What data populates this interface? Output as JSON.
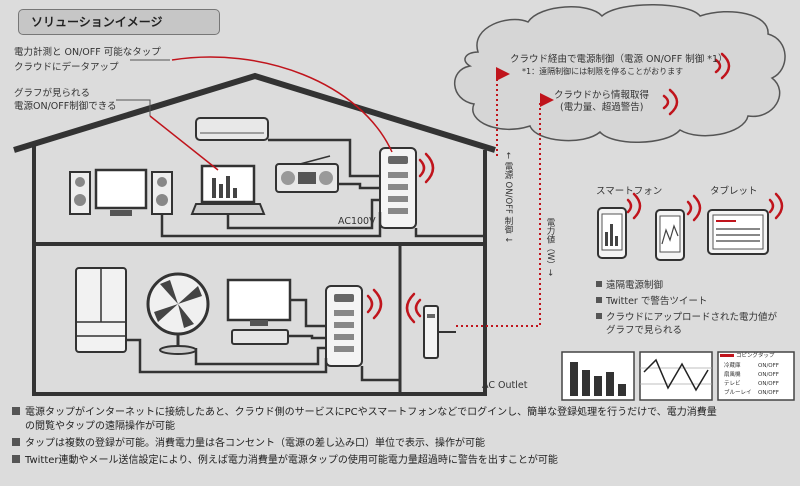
{
  "title": "ソリューションイメージ",
  "callout_tap": [
    "電力計測と ON/OFF 可能なタップ",
    "クラウドにデータアップ"
  ],
  "callout_graph": [
    "グラフが見られる",
    "電源ON/OFF制御できる"
  ],
  "cloud": {
    "line1": "クラウド経由で電源制御（電源 ON/OFF 制御 *1）",
    "line1_note": "*1：遠隔制御には制限を停ることがおります",
    "line2a": "クラウドから情報取得",
    "line2b": "(電力量、超過警告)"
  },
  "vertical_labels": {
    "onoff": "← 電源 ON/OFF 制御 ↓",
    "power": "電力値（W）→"
  },
  "labels": {
    "ac100v": "AC100V",
    "ac_outlet": "AC Outlet",
    "smartphone": "スマートフォン",
    "tablet": "タブレット"
  },
  "features": [
    "遠隔電源制御",
    "Twitter で警告ツイート",
    "クラウドにアップロードされた電力値が",
    "グラフで見られる"
  ],
  "bottom_notes": [
    "電源タップがインターネットに接続したあと、クラウド側のサービスにPCやスマートフォンなどでログインし、簡単な登録処理を行うだけで、電力消費量",
    "の閲覧やタップの遠隔操作が可能",
    "タップは複数の登録が可能。消費電力量は各コンセント（電源の差し込み口）単位で表示、操作が可能",
    "Twitter連動やメール送信設定により、例えば電力消費量が電源タップの使用可能電力量超過時に警告を出すことが可能"
  ],
  "control_panel": {
    "title": "コピングタップ",
    "rows": [
      {
        "name": "冷蔵庫",
        "state": "ON/OFF"
      },
      {
        "name": "扇風機",
        "state": "ON/OFF"
      },
      {
        "name": "テレビ",
        "state": "ON/OFF"
      },
      {
        "name": "ブルーレイ",
        "state": "ON/OFF"
      }
    ]
  },
  "colors": {
    "signal": "#c0141c",
    "line": "#333333",
    "background": "#dcdcdc"
  }
}
